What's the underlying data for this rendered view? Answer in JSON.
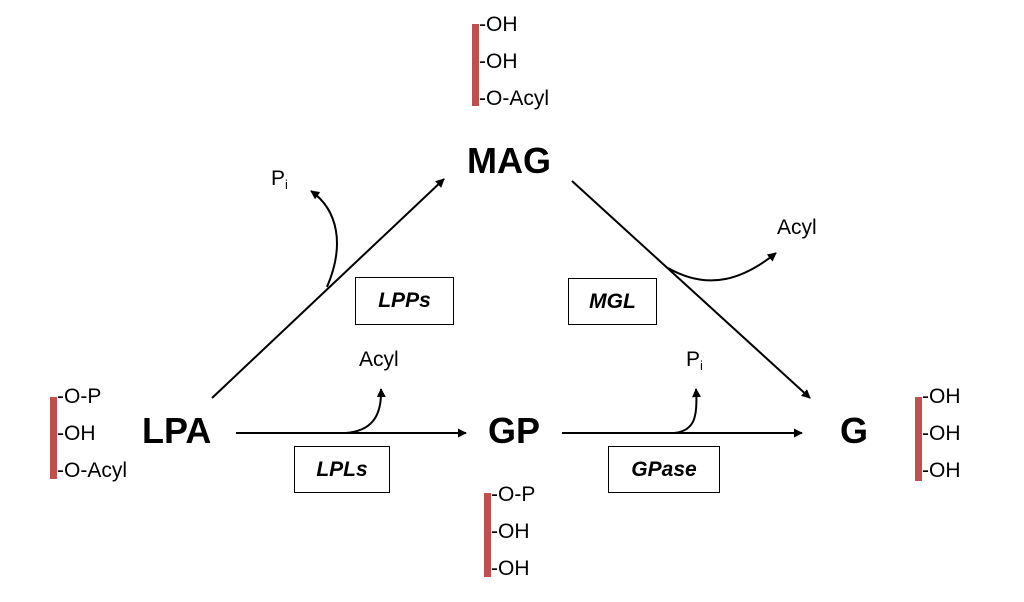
{
  "nodes": {
    "lpa": "LPA",
    "mag": "MAG",
    "gp": "GP",
    "g": "G"
  },
  "enzymes": {
    "lpps": "LPPs",
    "mgl": "MGL",
    "lpls": "LPLs",
    "gpase": "GPase"
  },
  "byproducts": {
    "pi_left": {
      "symbol": "P",
      "subscript": "i"
    },
    "acyl_right": "Acyl",
    "acyl_middle": "Acyl",
    "pi_right": {
      "symbol": "P",
      "subscript": "i"
    }
  },
  "structures": {
    "mag": [
      "-OH",
      "-OH",
      "-O-Acyl"
    ],
    "lpa": [
      "-O-P",
      "-OH",
      "-O-Acyl"
    ],
    "gp": [
      "-O-P",
      "-OH",
      "-OH"
    ],
    "g": [
      "-OH",
      "-OH",
      "-OH"
    ]
  },
  "colors": {
    "backbone": "#c0504d",
    "arrow": "#000000"
  }
}
